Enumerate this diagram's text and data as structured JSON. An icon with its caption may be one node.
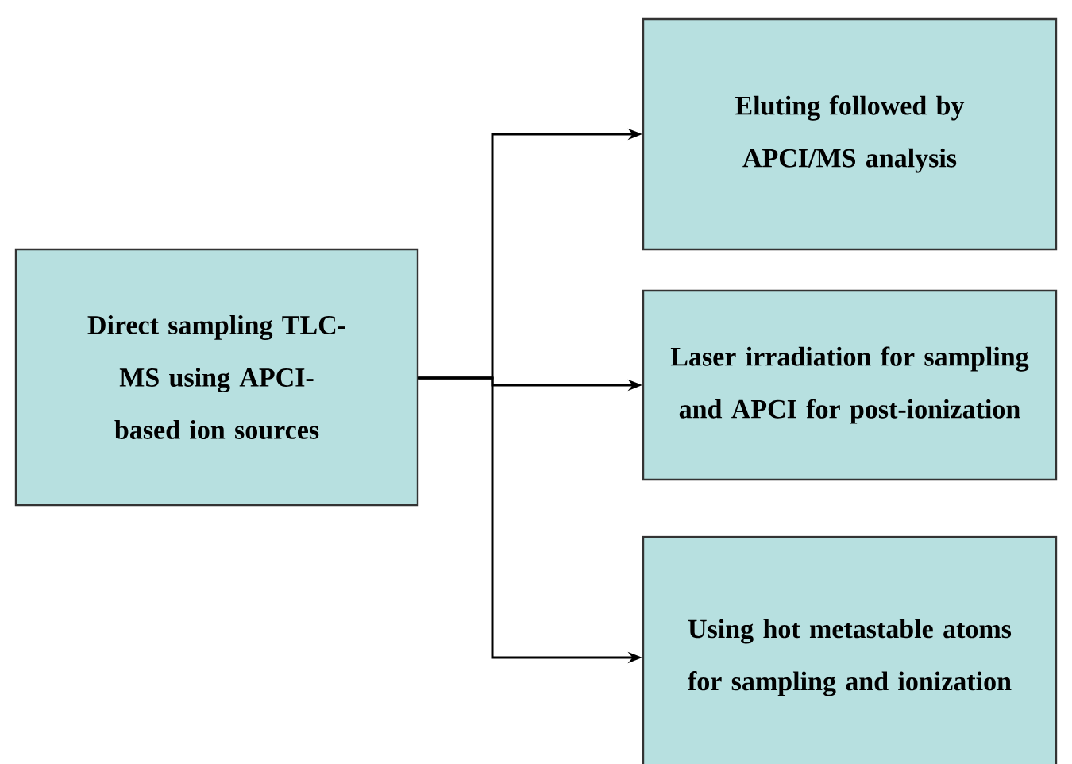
{
  "diagram": {
    "nodes": [
      {
        "text": [
          "Direct sampling TLC-MS using APCI-based ion sources"
        ]
      },
      {
        "text": [
          "Eluting followed by APCI/MS analysis"
        ]
      },
      {
        "text": [
          "Laser irradiation for sampling and APCI for post-ionization"
        ]
      },
      {
        "text": [
          "Using hot metastable atoms for sampling and ionization"
        ]
      }
    ],
    "edges": [
      {
        "from": 0,
        "to": 1,
        "arrow": "to"
      },
      {
        "from": 0,
        "to": 2,
        "arrow": "to"
      },
      {
        "from": 0,
        "to": 3,
        "arrow": "to"
      }
    ]
  }
}
